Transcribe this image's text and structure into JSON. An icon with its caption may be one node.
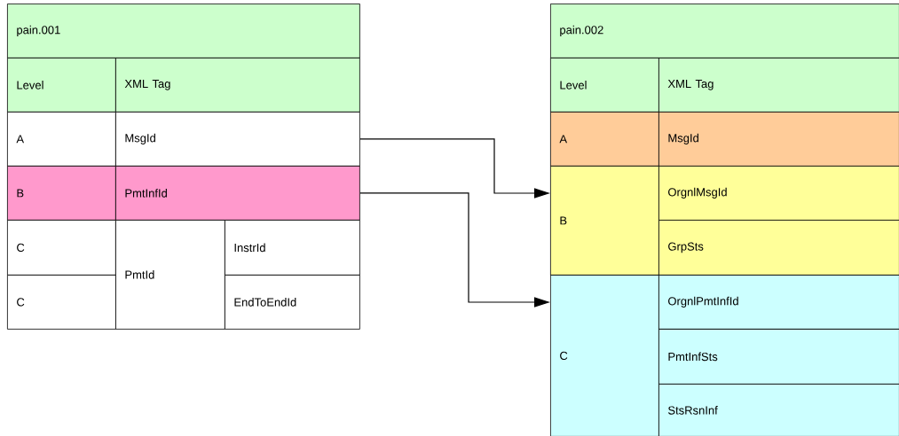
{
  "diagram": {
    "nodes": [
      {
        "text": [
          "pain.001"
        ]
      },
      {
        "text": [
          "Level"
        ]
      },
      {
        "text": [
          "XML Tag"
        ]
      },
      {
        "text": [
          "A"
        ]
      },
      {
        "text": [
          "MsgId"
        ]
      },
      {
        "text": [
          "B"
        ]
      },
      {
        "text": [
          "PmtInfId"
        ]
      },
      {
        "text": [
          "C"
        ]
      },
      {
        "text": [
          "PmtId"
        ]
      },
      {
        "text": [
          "InstrId"
        ]
      },
      {
        "text": [
          "C"
        ]
      },
      {
        "text": [
          "EndToEndId"
        ]
      },
      {
        "text": [
          "pain.002"
        ]
      },
      {
        "text": [
          "Level"
        ]
      },
      {
        "text": [
          "XML Tag"
        ]
      },
      {
        "text": [
          "A"
        ]
      },
      {
        "text": [
          "MsgId"
        ]
      },
      {
        "text": [
          "B"
        ]
      },
      {
        "text": [
          "OrgnlMsgId"
        ]
      },
      {
        "text": [
          "GrpSts"
        ]
      },
      {
        "text": [
          "C"
        ]
      },
      {
        "text": [
          "OrgnlPmtInfId"
        ]
      },
      {
        "text": [
          "PmtInfSts"
        ]
      },
      {
        "text": [
          "StsRsnInf"
        ]
      }
    ],
    "edges": [
      {
        "from": 4,
        "to": 17,
        "arrow": "to"
      },
      {
        "from": 6,
        "to": 20,
        "arrow": "to"
      }
    ]
  }
}
